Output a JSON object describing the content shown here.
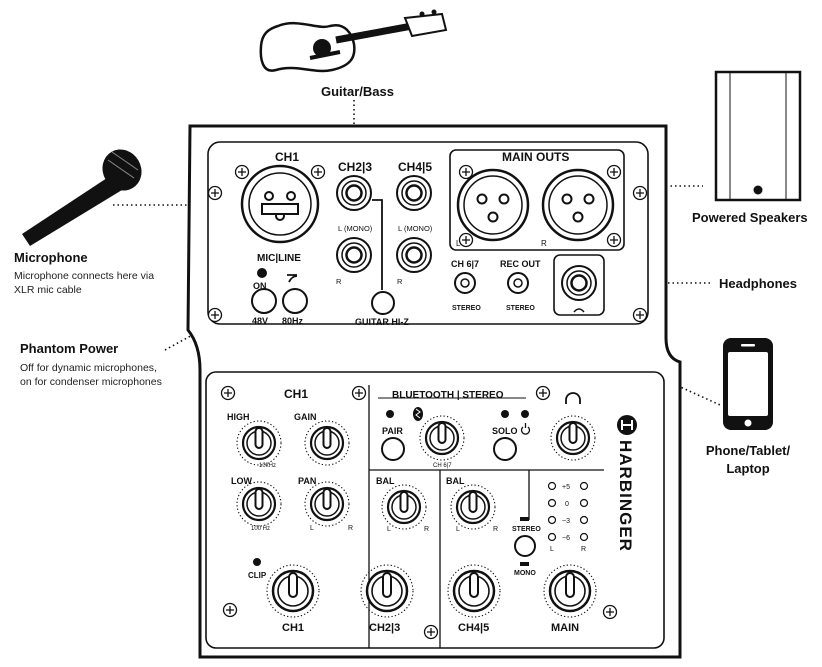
{
  "callouts": {
    "guitar": "Guitar/Bass",
    "microphone": "Microphone",
    "microphone_desc_1": "Microphone connects here via",
    "microphone_desc_2": "XLR mic cable",
    "phantom": "Phantom Power",
    "phantom_desc_1": "Off for dynamic microphones,",
    "phantom_desc_2": "on for condenser microphones",
    "speakers": "Powered Speakers",
    "headphones": "Headphones",
    "phone_1": "Phone/Tablet/",
    "phone_2": "Laptop"
  },
  "rear_panel": {
    "ch1": "CH1",
    "ch23": "CH2|3",
    "ch45": "CH4|5",
    "main_outs": "MAIN OUTS",
    "l_mono_a": "L (MONO)",
    "l_mono_b": "L (MONO)",
    "r_a": "R",
    "r_b": "R",
    "mic_line": "MIC|LINE",
    "on": "ON",
    "v48": "48V",
    "hz80": "80Hz",
    "guitar_hiz": "GUITAR HI-Z",
    "ch67": "CH 6|7",
    "rec_out": "REC OUT",
    "stereo_a": "STEREO",
    "stereo_b": "STEREO",
    "main_l": "L",
    "main_r": "R"
  },
  "front_panel": {
    "ch1_title": "CH1",
    "bt_title": "BLUETOOTH | STEREO",
    "high": "HIGH",
    "gain": "GAIN",
    "low": "LOW",
    "pan": "PAN",
    "hz10k": "10kHz",
    "hz100": "100 Hz",
    "pan_l": "L",
    "pan_r": "R",
    "clip": "CLIP",
    "pair": "PAIR",
    "solo": "SOLO",
    "ch67": "CH 6|7",
    "bal_a": "BAL",
    "bal_b": "BAL",
    "bal_a_l": "L",
    "bal_a_r": "R",
    "bal_b_l": "L",
    "bal_b_r": "R",
    "stereo": "STEREO",
    "mono": "MONO",
    "meter_p5": "+5",
    "meter_0": "0",
    "meter_m3": "−3",
    "meter_m6": "−6",
    "meter_l": "L",
    "meter_r": "R",
    "fader_ch1": "CH1",
    "fader_ch23": "CH2|3",
    "fader_ch45": "CH4|5",
    "fader_main": "MAIN",
    "brand": "HARBINGER"
  }
}
